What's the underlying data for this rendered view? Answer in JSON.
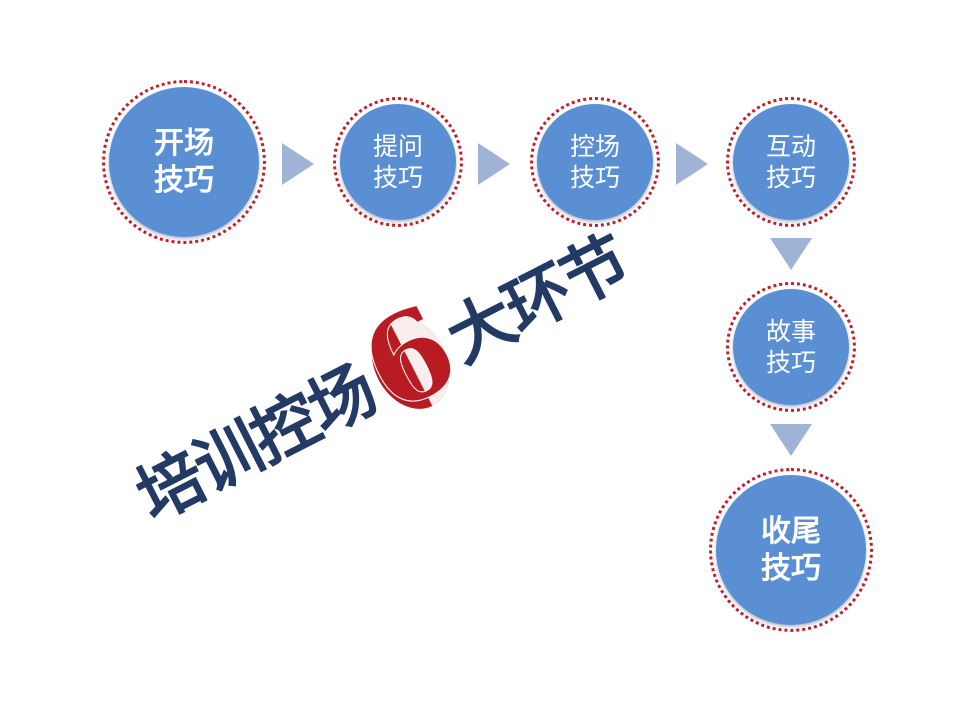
{
  "steps": [
    {
      "line1": "开场",
      "line2": "技巧"
    },
    {
      "line1": "提问",
      "line2": "技巧"
    },
    {
      "line1": "控场",
      "line2": "技巧"
    },
    {
      "line1": "互动",
      "line2": "技巧"
    },
    {
      "line1": "故事",
      "line2": "技巧"
    },
    {
      "line1": "收尾",
      "line2": "技巧"
    }
  ],
  "headline": {
    "before": "培训控场",
    "number": "6",
    "after": "大环节"
  },
  "colors": {
    "circle_fill": "#5b8fd3",
    "circle_dotted_ring": "#c0202a",
    "arrow": "#9fb3d6",
    "headline_text": "#233a64",
    "number_accent": "#b81c22"
  }
}
